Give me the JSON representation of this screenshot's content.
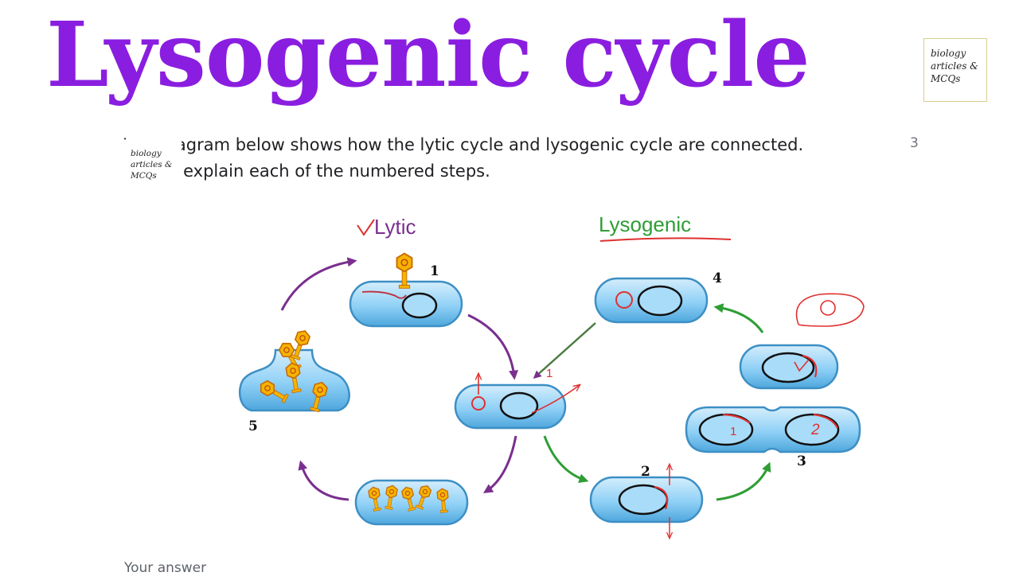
{
  "header": {
    "title": "Lysogenic cycle",
    "title_color": "#8a1ee0"
  },
  "logo": {
    "lines": [
      "biology",
      "articles &",
      "MCQs"
    ]
  },
  "question": {
    "text": "The diagram below shows how the lytic cycle and lysogenic cycle are connected. Briefly explain each of the numbered steps.",
    "points": "3"
  },
  "diagram": {
    "lytic_label": "Lytic",
    "lysogenic_label": "Lysogenic",
    "step_labels": [
      "1",
      "2",
      "3",
      "4",
      "5"
    ],
    "annotations": [
      "1",
      "1",
      "2"
    ],
    "colors": {
      "lytic": "#7a2f8f",
      "lysogenic": "#2e9e35",
      "cell_fill": "#7fc8f4",
      "annotation": "#e03030"
    }
  },
  "answer": {
    "label": "Your answer"
  }
}
